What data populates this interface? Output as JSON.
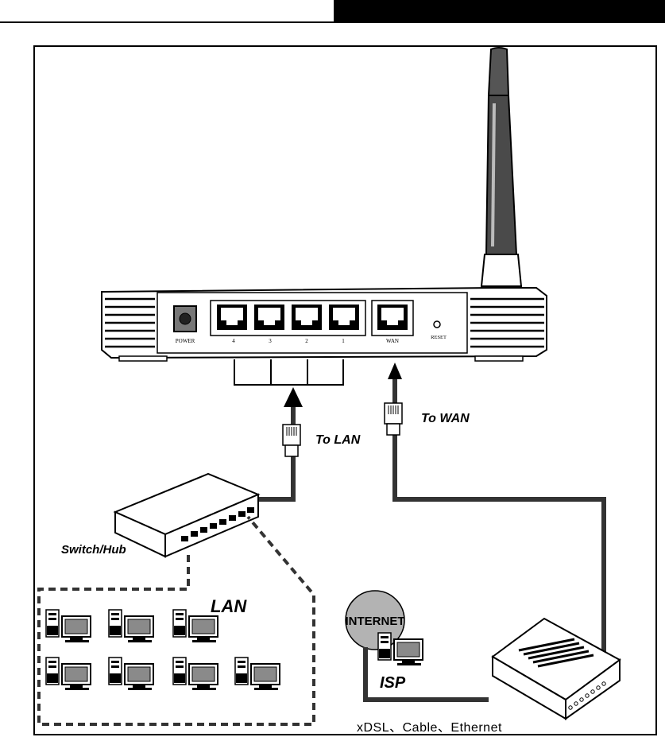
{
  "router": {
    "power_label": "POWER",
    "lan_port_labels": [
      "4",
      "3",
      "2",
      "1"
    ],
    "wan_label": "WAN",
    "reset_label": "RESET"
  },
  "connections": {
    "to_lan": "To LAN",
    "to_wan": "To WAN"
  },
  "switch": {
    "label": "Switch/Hub"
  },
  "lan": {
    "label": "LAN",
    "computer_count": 7
  },
  "isp": {
    "internet_label": "INTERNET",
    "label": "ISP"
  },
  "modem": {
    "caption": "xDSL、Cable、Ethernet"
  },
  "colors": {
    "line": "#000000",
    "cloud": "#b3b3b3",
    "screen": "#8a8a8a"
  }
}
